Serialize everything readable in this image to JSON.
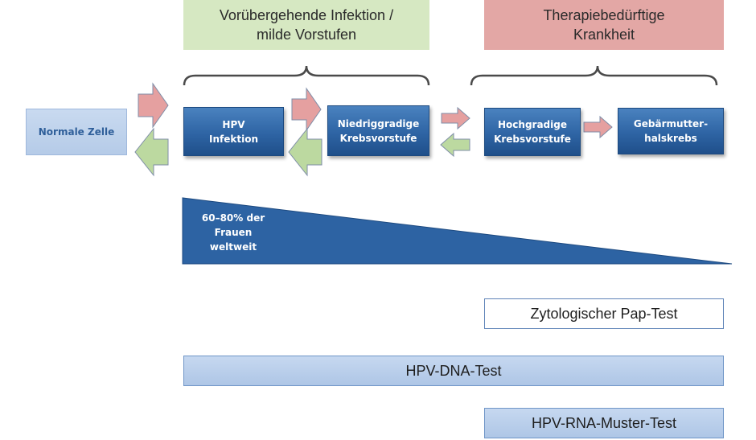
{
  "headers": {
    "transient": "Vorübergehende Infektion /\nmilde Vorstufen",
    "therapy": "Therapiebedürftige\nKrankheit"
  },
  "stages": {
    "normal_cell": "Normale Zelle",
    "hpv_infection": "HPV\nInfektion",
    "low_grade": "Niedriggradige\nKrebsvorstufe",
    "high_grade": "Hochgradige\nKrebsvorstufe",
    "cervical_cancer": "Gebärmutter-\nhalskrebs"
  },
  "prevalence": {
    "label": "60–80% der\nFrauen\nweltweit"
  },
  "tests": {
    "pap": "Zytologischer Pap-Test",
    "dna": "HPV-DNA-Test",
    "rna": "HPV-RNA-Muster-Test"
  },
  "colors": {
    "header_green": "#d6e8c2",
    "header_red": "#e3a7a5",
    "arrow_red": "#e5a0a0",
    "arrow_green": "#bcd9a0",
    "box_dark_blue": "#2e64a4",
    "box_light_blue": "#c2d5ee",
    "triangle_blue": "#2d63a3"
  }
}
